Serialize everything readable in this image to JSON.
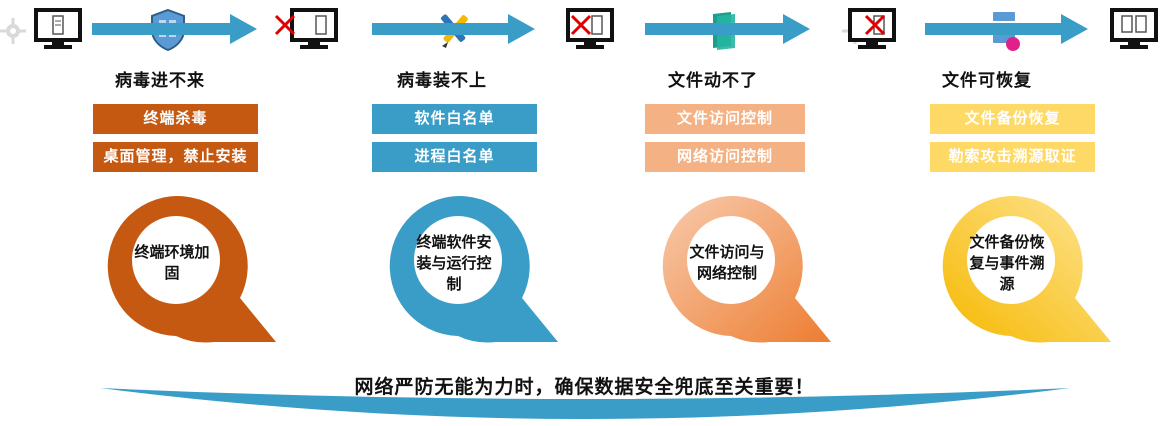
{
  "columns": [
    {
      "title": "病毒进不来",
      "boxes": [
        "终端杀毒",
        "桌面管理，禁止安装"
      ],
      "ring_text": "终端环境加固",
      "color": "#c65911",
      "box_colors": [
        "#c65911",
        "#c65911"
      ],
      "ring_gradient": [
        "#c65911",
        "#c65911"
      ],
      "mid_icon": "shield-icon",
      "left_icon": "virus-gear-icon",
      "left_monitor": "monitor-document-icon",
      "right_monitor": "monitor-blocked-icon"
    },
    {
      "title": "病毒装不上",
      "boxes": [
        "软件白名单",
        "进程白名单"
      ],
      "ring_text": "终端软件安装与运行控制",
      "color": "#3a9dc7",
      "box_colors": [
        "#3a9dc7",
        "#3a9dc7"
      ],
      "ring_gradient": [
        "#3a9dc7",
        "#3a9dc7"
      ],
      "mid_icon": "pencil-tools-icon",
      "right_monitor": "monitor-blocked-icon"
    },
    {
      "title": "文件动不了",
      "boxes": [
        "文件访问控制",
        "网络访问控制"
      ],
      "ring_text": "文件访问与网络控制",
      "color": "#ed7d31",
      "box_colors": [
        "#f4b183",
        "#f4b183"
      ],
      "ring_gradient": [
        "#f8cbad",
        "#ed7d31"
      ],
      "mid_icon": "book-icon",
      "right_monitor": "monitor-blocked-icon"
    },
    {
      "title": "文件可恢复",
      "boxes": [
        "文件备份恢复",
        "勒索攻击溯源取证"
      ],
      "ring_text": "文件备份恢复与事件溯源",
      "color": "#f5b800",
      "box_colors": [
        "#ffd966",
        "#ffd966"
      ],
      "ring_gradient": [
        "#ffe699",
        "#f5b800"
      ],
      "mid_icon": "server-icon",
      "right_monitor": "monitor-documents-icon"
    }
  ],
  "footer": {
    "text": "网络严防无能为力时，确保数据安全兜底至关重要！",
    "arc_color": "#3a9dc7"
  },
  "arrow_color": "#3a9dc7"
}
